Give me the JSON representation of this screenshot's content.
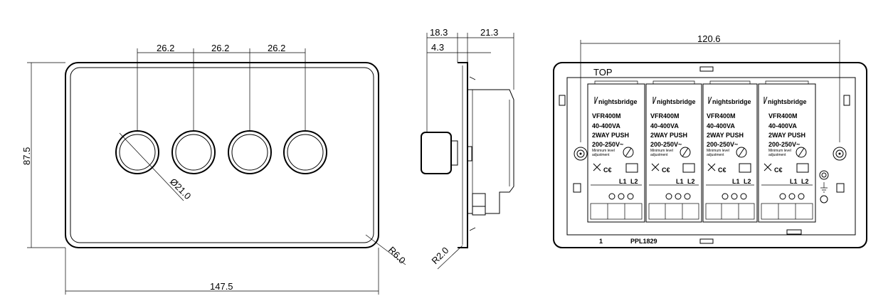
{
  "front_view": {
    "dims": {
      "spacing_1": "26.2",
      "spacing_2": "26.2",
      "spacing_3": "26.2",
      "height": "87.5",
      "width": "147.5",
      "knob_diameter": "Ø21.0",
      "corner_radius": "R6.0"
    }
  },
  "side_view": {
    "dims": {
      "depth_front": "18.3",
      "depth_rear": "21.3",
      "plate": "4.3",
      "edge_radius": "R2.0"
    }
  },
  "rear_view": {
    "dims": {
      "width": "120.6"
    },
    "top_label": "TOP",
    "bottom_left": "1",
    "part_number": "PPL1829",
    "modules": [
      {
        "brand": "nightsbridge",
        "model": "VFR400M",
        "range": "40-400VA",
        "mode": "2WAY PUSH",
        "voltage": "200-250V~",
        "adjust_line1": "Minimum level",
        "adjust_line2": "adjustment",
        "terminals": [
          "L1",
          "L2"
        ]
      },
      {
        "brand": "nightsbridge",
        "model": "VFR400M",
        "range": "40-400VA",
        "mode": "2WAY PUSH",
        "voltage": "200-250V~",
        "adjust_line1": "Minimum level",
        "adjust_line2": "adjustment",
        "terminals": [
          "L1",
          "L2"
        ]
      },
      {
        "brand": "nightsbridge",
        "model": "VFR400M",
        "range": "40-400VA",
        "mode": "2WAY PUSH",
        "voltage": "200-250V~",
        "adjust_line1": "Minimum level",
        "adjust_line2": "adjustment",
        "terminals": [
          "L1",
          "L2"
        ]
      },
      {
        "brand": "nightsbridge",
        "model": "VFR400M",
        "range": "40-400VA",
        "mode": "2WAY PUSH",
        "voltage": "200-250V~",
        "adjust_line1": "Minimum level",
        "adjust_line2": "adjustment",
        "terminals": [
          "L1",
          "L2"
        ]
      }
    ]
  }
}
